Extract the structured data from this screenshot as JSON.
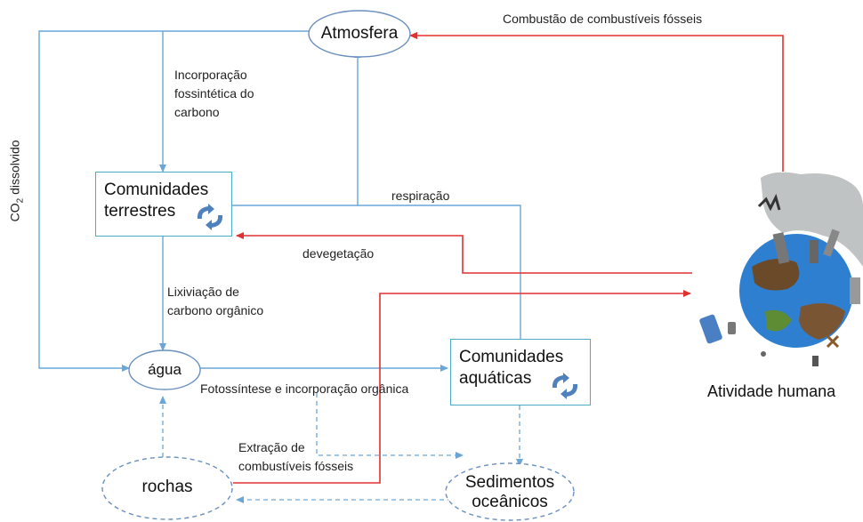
{
  "nodes": {
    "atmosfera": "Atmosfera",
    "comunidades_terrestres": [
      "Comunidades",
      "terrestres"
    ],
    "agua": "água",
    "comunidades_aquaticas": [
      "Comunidades",
      "aquáticas"
    ],
    "rochas": "rochas",
    "sedimentos": [
      "Sedimentos",
      "oceânicos"
    ],
    "atividade_humana": "Atividade humana"
  },
  "labels": {
    "combustao": "Combustão de combustíveis fósseis",
    "incorporacao": [
      "Incorporação",
      "fossintética do",
      "carbono"
    ],
    "co2_main": "CO",
    "co2_sub": "2",
    "co2_rest": " dissolvido",
    "respiracao": "respiração",
    "devegetacao": "devegetação",
    "lixiviacao": [
      "Lixiviação de",
      "carbono orgânico"
    ],
    "fotossintese": "Fotossíntese e incorporação orgânica",
    "extracao": [
      "Extração de",
      "combustíveis fósseis"
    ]
  },
  "colors": {
    "blue_arrow": "#6aa6d8",
    "red_arrow": "#e03131",
    "box_border": "#4aacc6",
    "ellipse_border": "#6a8fc0",
    "cycle_icon": "#4f81bd"
  }
}
